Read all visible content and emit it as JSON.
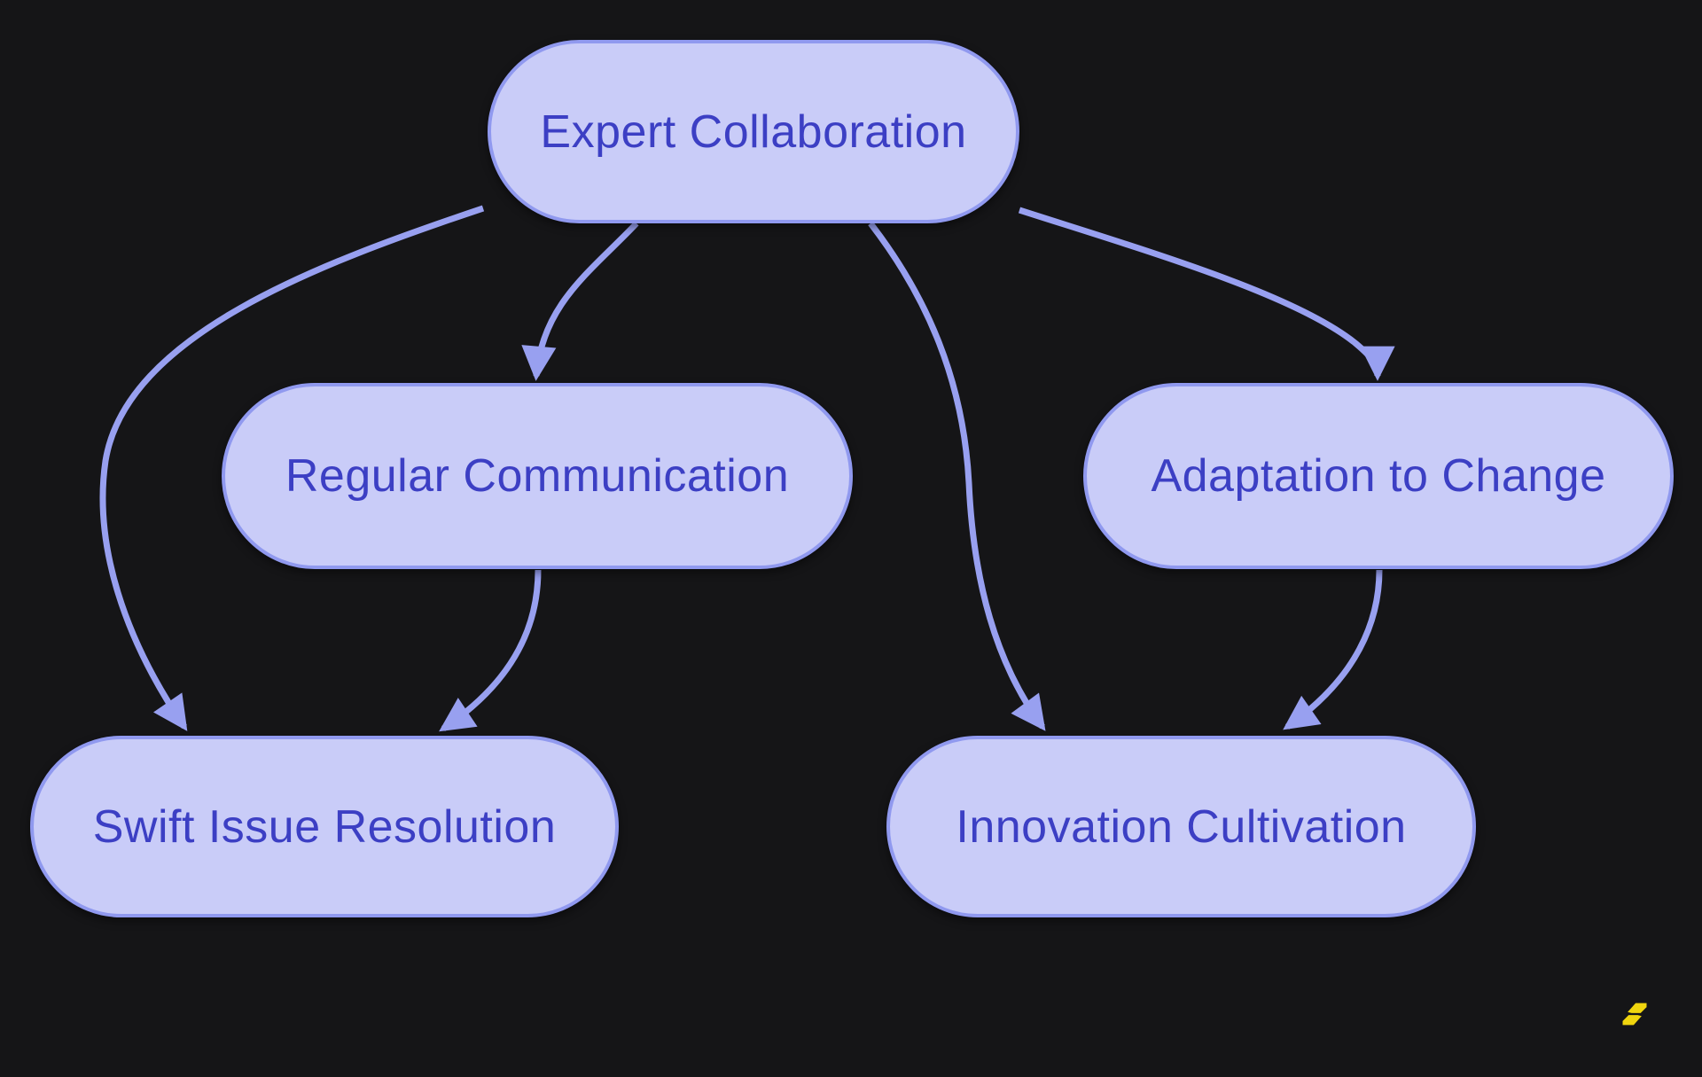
{
  "diagram": {
    "type": "flowchart",
    "direction": "top-down",
    "nodes": [
      {
        "id": "expert-collaboration",
        "label": "Expert Collaboration"
      },
      {
        "id": "regular-communication",
        "label": "Regular Communication"
      },
      {
        "id": "adaptation-to-change",
        "label": "Adaptation to Change"
      },
      {
        "id": "swift-issue-resolution",
        "label": "Swift Issue Resolution"
      },
      {
        "id": "innovation-cultivation",
        "label": "Innovation Cultivation"
      }
    ],
    "edges": [
      {
        "from": "expert-collaboration",
        "to": "regular-communication"
      },
      {
        "from": "expert-collaboration",
        "to": "swift-issue-resolution"
      },
      {
        "from": "expert-collaboration",
        "to": "innovation-cultivation"
      },
      {
        "from": "expert-collaboration",
        "to": "adaptation-to-change"
      },
      {
        "from": "regular-communication",
        "to": "swift-issue-resolution"
      },
      {
        "from": "adaptation-to-change",
        "to": "innovation-cultivation"
      }
    ],
    "colors": {
      "background": "#151517",
      "node_fill": "#c9ccf8",
      "node_border": "#9099ef",
      "arrow": "#98a0f0",
      "text": "#3c3fc4",
      "logo": "#f0d50e"
    },
    "watermark": {
      "icon": "s-logo-icon"
    }
  }
}
